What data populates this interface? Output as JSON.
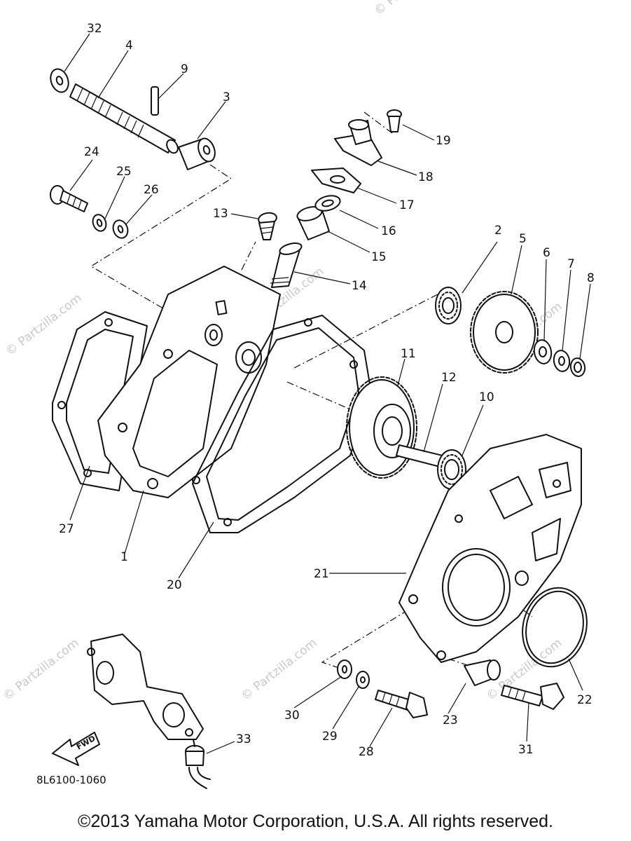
{
  "watermarks": [
    "© Partzilla.com",
    "© Partzilla.com",
    "© Partzilla.com",
    "© Partzilla.com",
    "© Partzilla.com",
    "© Partzilla.com",
    "© Partzilla.com"
  ],
  "callouts": {
    "c1": "1",
    "c2": "2",
    "c3": "3",
    "c4": "4",
    "c5": "5",
    "c6": "6",
    "c7": "7",
    "c8": "8",
    "c9": "9",
    "c10": "10",
    "c11": "11",
    "c12": "12",
    "c13": "13",
    "c14": "14",
    "c15": "15",
    "c16": "16",
    "c17": "17",
    "c18": "18",
    "c19": "19",
    "c20": "20",
    "c21": "21",
    "c22": "22",
    "c23": "23",
    "c24": "24",
    "c25": "25",
    "c26": "26",
    "c27": "27",
    "c28": "28",
    "c29": "29",
    "c30": "30",
    "c31": "31",
    "c32": "32",
    "c33": "33"
  },
  "fwd_label": "FWD",
  "diagram_code": "8L6100-1060",
  "copyright": "©2013  Yamaha Motor Corporation, U.S.A. All rights reserved."
}
